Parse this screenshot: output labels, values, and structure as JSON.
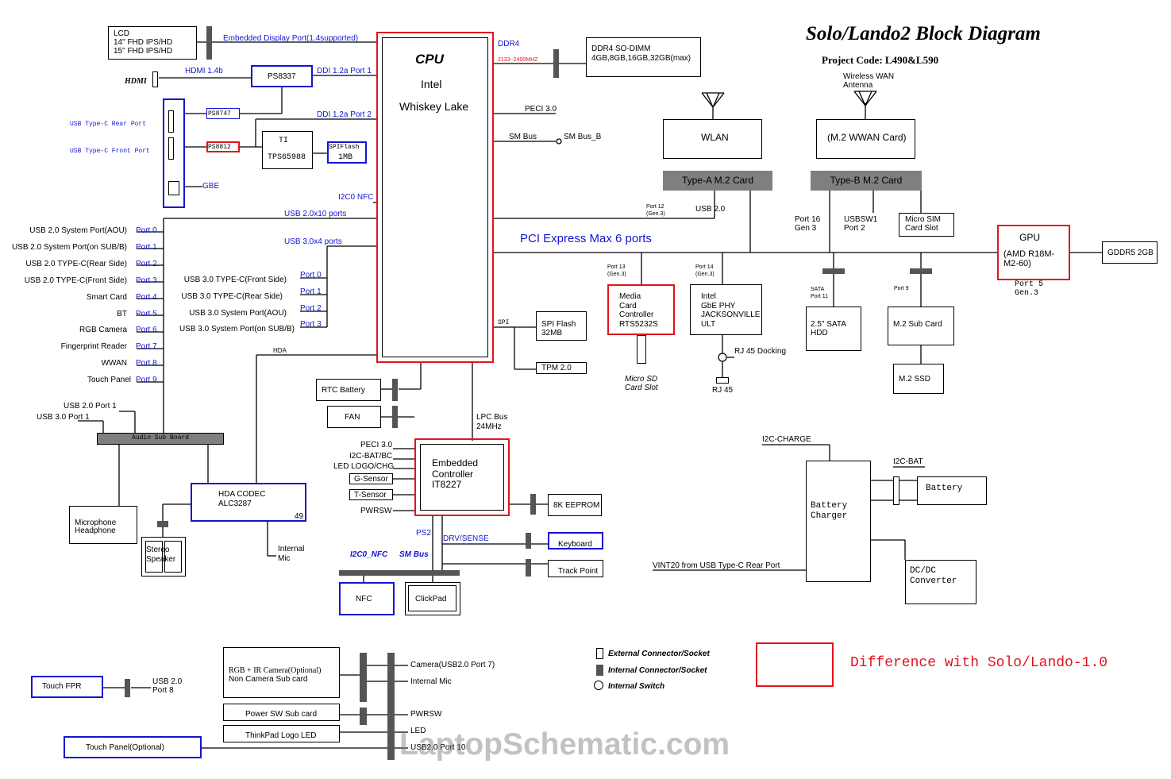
{
  "title": "Solo/Lando2 Block Diagram",
  "project_code": "Project Code: L490&L590",
  "cpu": {
    "label": "CPU",
    "vendor": "Intel",
    "model": "Whiskey Lake"
  },
  "ddr": {
    "label": "DDR4",
    "speed": "2133~2400MHZ",
    "module1": "DDR4 SO-DIMM",
    "module2": "4GB,8GB,16GB,32GB(max)"
  },
  "lcd": {
    "l1": "LCD",
    "l2": "14\" FHD IPS/HD",
    "l3": "15\" FHD IPS/HD",
    "edp": "Embedded Display Port(1.4supported)"
  },
  "hdmi": {
    "label": "HDMI",
    "ver": "HDMI 1.4b",
    "chip": "PS8337",
    "ddi1": "DDI 1.2a Port 1",
    "ddi2": "DDI 1.2a Port 2"
  },
  "typec": {
    "rear": "USB Type-C Rear Port",
    "front": "USB Type-C Front Port",
    "gbe": "GBE",
    "ps8747": "PS8747",
    "ps8812": "PS8812",
    "ti": "TI",
    "tps": "TPS65988",
    "spiflash": "SPIFlash",
    "spisize": "1MB"
  },
  "cpu_links": {
    "peci": "PECI 3.0",
    "smbus": "SM Bus",
    "smbus_b": "SM Bus_B",
    "i2c0": "I2C0 NFC",
    "usb2": "USB 2.0x10 ports",
    "usb3": "USB 3.0x4 ports",
    "spi": "SPI",
    "hda": "HDA",
    "lpc1": "LPC Bus",
    "lpc2": "24MHz",
    "pcie": "PCI Express Max 6 ports"
  },
  "usb2_ports": [
    {
      "name": "USB 2.0 System Port(AOU)",
      "port": "Port 0"
    },
    {
      "name": "USB 2.0 System Port(on SUB/B)",
      "port": "Port 1"
    },
    {
      "name": "USB 2.0 TYPE-C(Rear Side)",
      "port": "Port 2"
    },
    {
      "name": "USB 2.0 TYPE-C(Front Side)",
      "port": "Port 3"
    },
    {
      "name": "Smart Card",
      "port": "Port 4"
    },
    {
      "name": "BT",
      "port": "Port 5"
    },
    {
      "name": "RGB Camera",
      "port": "Port 6"
    },
    {
      "name": "Fingerprint Reader",
      "port": "Port 7"
    },
    {
      "name": "WWAN",
      "port": "Port 8"
    },
    {
      "name": "Touch Panel",
      "port": "Port 9"
    }
  ],
  "usb3_ports": [
    {
      "name": "USB 3.0 TYPE-C(Front Side)",
      "port": "Port 0"
    },
    {
      "name": "USB 3.0 TYPE-C(Rear Side)",
      "port": "Port 1"
    },
    {
      "name": "USB 3.0 System Port(AOU)",
      "port": "Port 2"
    },
    {
      "name": "USB 3.0 System Port(on SUB/B)",
      "port": "Port 3"
    }
  ],
  "audio": {
    "usb2": "USB 2.0 Port 1",
    "usb3": "USB 3.0 Port 1",
    "sub": "Audio Sub Board",
    "codec1": "HDA CODEC",
    "codec2": "ALC3287",
    "pin": "49",
    "mic1": "Microphone",
    "mic2": "Headphone",
    "spk1": "Stereo",
    "spk2": "Speaker",
    "imic1": "Internal",
    "imic2": "Mic"
  },
  "spi": {
    "flash1": "SPI Flash",
    "flash2": "32MB",
    "tpm": "TPM 2.0"
  },
  "ec": {
    "rtc": "RTC Battery",
    "fan": "FAN",
    "l1": "Embedded",
    "l2": "Controller",
    "l3": "IT8227",
    "peci": "PECI 3.0",
    "i2c": "I2C-BAT/BC",
    "led": "LED LOGO/CHG",
    "gsensor": "G-Sensor",
    "tsensor": "T-Sensor",
    "pwrsw": "PWRSW",
    "eeprom": "8K EEPROM",
    "ps2": "PS2",
    "drv": "DRV/SENSE",
    "keyboard": "Keyboard",
    "trackpoint": "Track Point",
    "i2c0nfc": "I2C0_NFC",
    "smbus": "SM Bus",
    "nfc": "NFC",
    "clickpad": "ClickPad"
  },
  "wlan": {
    "label": "WLAN",
    "slot": "Type-A M.2 Card",
    "port12": "Port 12",
    "gen12": "(Gen.3)",
    "usb": "USB 2.0"
  },
  "wwan": {
    "antenna1": "Wireless WAN",
    "antenna2": "Antenna",
    "label": "(M.2 WWAN Card)",
    "slot": "Type-B M.2 Card",
    "port16": "Port 16",
    "gen16": "Gen 3",
    "usbsw1": "USBSW1",
    "usbsw2": "Port 2",
    "sim1": "Micro SIM",
    "sim2": "Card Slot"
  },
  "gpu": {
    "label": "GPU",
    "l2": "(AMD R18M-",
    "l3": "M2-60)",
    "port": "Port 5",
    "gen": "Gen.3",
    "mem": "GDDR5 2GB"
  },
  "media": {
    "port": "Port 13",
    "gen": "(Gen.3)",
    "l1": "Media",
    "l2": "Card",
    "l3": "Controller",
    "l4": "RTS5232S",
    "sd1": "Micro SD",
    "sd2": "Card Slot"
  },
  "gbe": {
    "port": "Port 14",
    "gen": "(Gen.3)",
    "l1": "Intel",
    "l2": "GbE PHY",
    "l3": "JACKSONVILLE",
    "l4": "ULT",
    "dock": "RJ 45 Docking",
    "rj45": "RJ 45"
  },
  "storage": {
    "sata1": "SATA",
    "sata2": "Port 11",
    "hdd1": "2.5\" SATA",
    "hdd2": "HDD",
    "port9": "Port 9",
    "m2sub": "M.2 Sub Card",
    "ssd": "M.2 SSD"
  },
  "power": {
    "i2c_charge": "I2C-CHARGE",
    "i2c_bat": "I2C-BAT",
    "battery": "Battery",
    "charger1": "Battery",
    "charger2": "Charger",
    "dcdc1": "DC/DC",
    "dcdc2": "Converter",
    "vint": "VINT20 from USB Type-C Rear Port"
  },
  "sub": {
    "touchfpr": "Touch FPR",
    "fpr_usb1": "USB 2.0",
    "fpr_usb2": "Port 8",
    "cam1": "RGB + IR Camera(Optional)",
    "cam2": "Non Camera Sub card",
    "camera": "Camera(USB2.0 Port 7)",
    "imic": "Internal Mic",
    "pwrsub": "Power SW Sub card",
    "pwrsw": "PWRSW",
    "logo": "ThinkPad Logo LED",
    "led": "LED",
    "touch": "Touch Panel(Optional)",
    "touch_usb": "USB2.0 Port 10"
  },
  "legend": {
    "ext": "External Connector/Socket",
    "int": "Internal Connector/Socket",
    "sw": "Internal Switch",
    "diff": "Difference with Solo/Lando-1.0"
  },
  "watermark": "LaptopSchematic.com"
}
